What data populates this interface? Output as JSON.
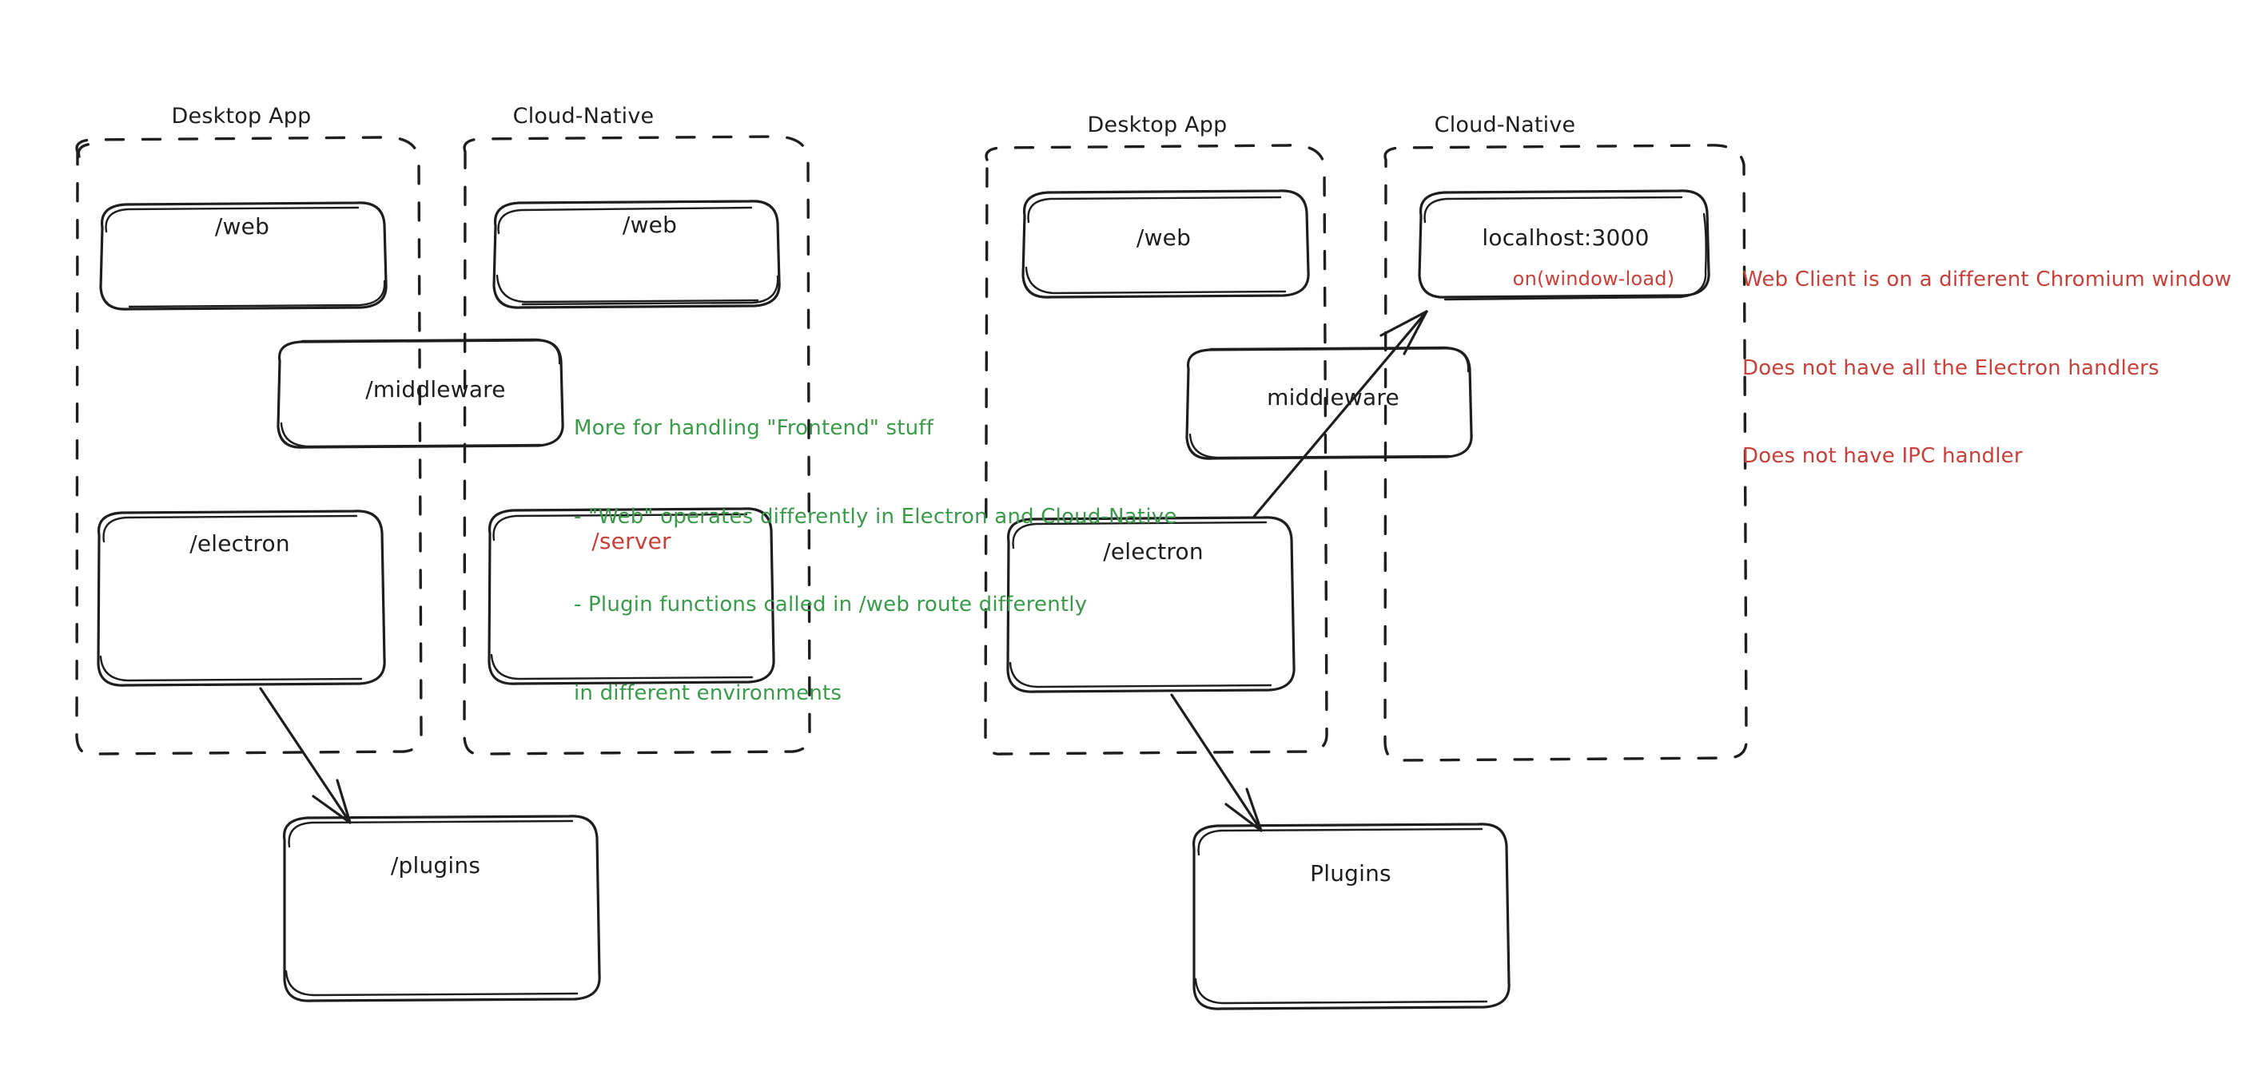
{
  "diagram": {
    "title": "Electron vs Cloud-Native architecture comparison",
    "background": "#ffffff",
    "colors": {
      "stroke": "#1e1e1e",
      "green": "#3a9a4a",
      "red": "#c8403a"
    }
  },
  "left_diagram": {
    "groups": [
      {
        "id": "left-desktop",
        "label": "Desktop App"
      },
      {
        "id": "left-cloud",
        "label": "Cloud-Native"
      }
    ],
    "nodes": [
      {
        "id": "left-desktop-web",
        "label": "/web",
        "color": "black"
      },
      {
        "id": "left-cloud-web",
        "label": "/web",
        "color": "black"
      },
      {
        "id": "left-middleware",
        "label": "/middleware",
        "color": "black"
      },
      {
        "id": "left-electron",
        "label": "/electron",
        "color": "black"
      },
      {
        "id": "left-server",
        "label": "/server",
        "color": "red"
      },
      {
        "id": "left-plugins",
        "label": "/plugins",
        "color": "black"
      }
    ],
    "annotation": {
      "color": "green",
      "lines": [
        "More for handling \"Frontend\" stuff",
        "- \"Web\" operates differently in Electron and Cloud-Native",
        "- Plugin functions called in /web route differently",
        "in different environments"
      ]
    }
  },
  "right_diagram": {
    "groups": [
      {
        "id": "right-desktop",
        "label": "Desktop App"
      },
      {
        "id": "right-cloud",
        "label": "Cloud-Native"
      }
    ],
    "nodes": [
      {
        "id": "right-desktop-web",
        "label": "/web",
        "color": "black"
      },
      {
        "id": "right-localhost",
        "label": "localhost:3000",
        "color": "black",
        "sub_label": "on(window-load)",
        "sub_color": "red"
      },
      {
        "id": "right-middleware",
        "label": "middleware",
        "color": "black"
      },
      {
        "id": "right-electron",
        "label": "/electron",
        "color": "black"
      },
      {
        "id": "right-plugins",
        "label": "Plugins",
        "color": "black"
      }
    ],
    "annotation": {
      "color": "red",
      "lines": [
        "Web Client is on a different Chromium window",
        "Does not have all the Electron handlers",
        "Does not have IPC handler"
      ]
    }
  }
}
